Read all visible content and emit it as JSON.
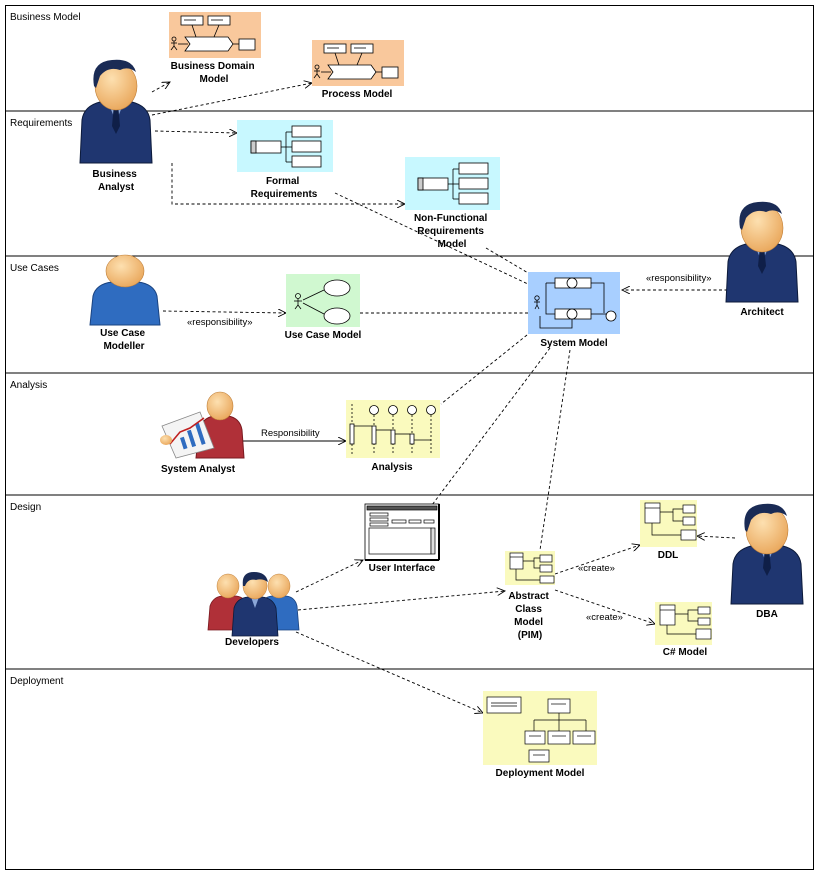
{
  "lanes": [
    "Business Model",
    "Requirements",
    "Use Cases",
    "Analysis",
    "Design",
    "Deployment"
  ],
  "nodes": {
    "business_domain_model": [
      "Business Domain",
      "Model"
    ],
    "process_model": [
      "Process Model"
    ],
    "business_analyst": [
      "Business",
      "Analyst"
    ],
    "formal_requirements": [
      "Formal",
      "Requirements"
    ],
    "non_functional_requirements": [
      "Non-Functional",
      "Requirements",
      "Model"
    ],
    "architect": [
      "Architect"
    ],
    "use_case_modeller": [
      "Use Case",
      "Modeller"
    ],
    "use_case_model": [
      "Use Case Model"
    ],
    "system_model": [
      "System Model"
    ],
    "system_analyst": [
      "System Analyst"
    ],
    "analysis": [
      "Analysis"
    ],
    "user_interface": [
      "User Interface"
    ],
    "developers": [
      "Developers"
    ],
    "abstract_class_model": [
      "Abstract",
      "Class",
      "Model",
      "(PIM)"
    ],
    "ddl": [
      "DDL"
    ],
    "dba": [
      "DBA"
    ],
    "csharp_model": [
      "C# Model"
    ],
    "deployment_model": [
      "Deployment Model"
    ]
  },
  "connectors": {
    "architect_responsibility": "«responsibility»",
    "modeller_responsibility": "«responsibility»",
    "analyst_responsibility": "Responsibility",
    "create_ddl": "«create»",
    "create_csharp": "«create»"
  },
  "colors": {
    "orange": "#f9c89c",
    "cyan": "#c8f8ff",
    "green": "#d0f8d0",
    "blue": "#a8cfff",
    "yellow": "#fafabe",
    "actor_navy": "#1f3670",
    "actor_skin": "#f7c27a",
    "actor_blue": "#2f6cc0",
    "actor_red": "#b03038"
  }
}
